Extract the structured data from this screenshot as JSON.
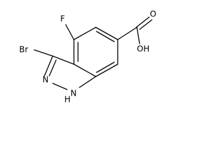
{
  "molecule": {
    "atoms": {
      "fluorine": "F",
      "bromine": "Br",
      "nitrogen_pyrazole": "N",
      "nitrogen_h_n": "N",
      "nitrogen_h_h": "H",
      "carbonyl_oxygen": "O",
      "hydroxyl": "OH"
    }
  }
}
